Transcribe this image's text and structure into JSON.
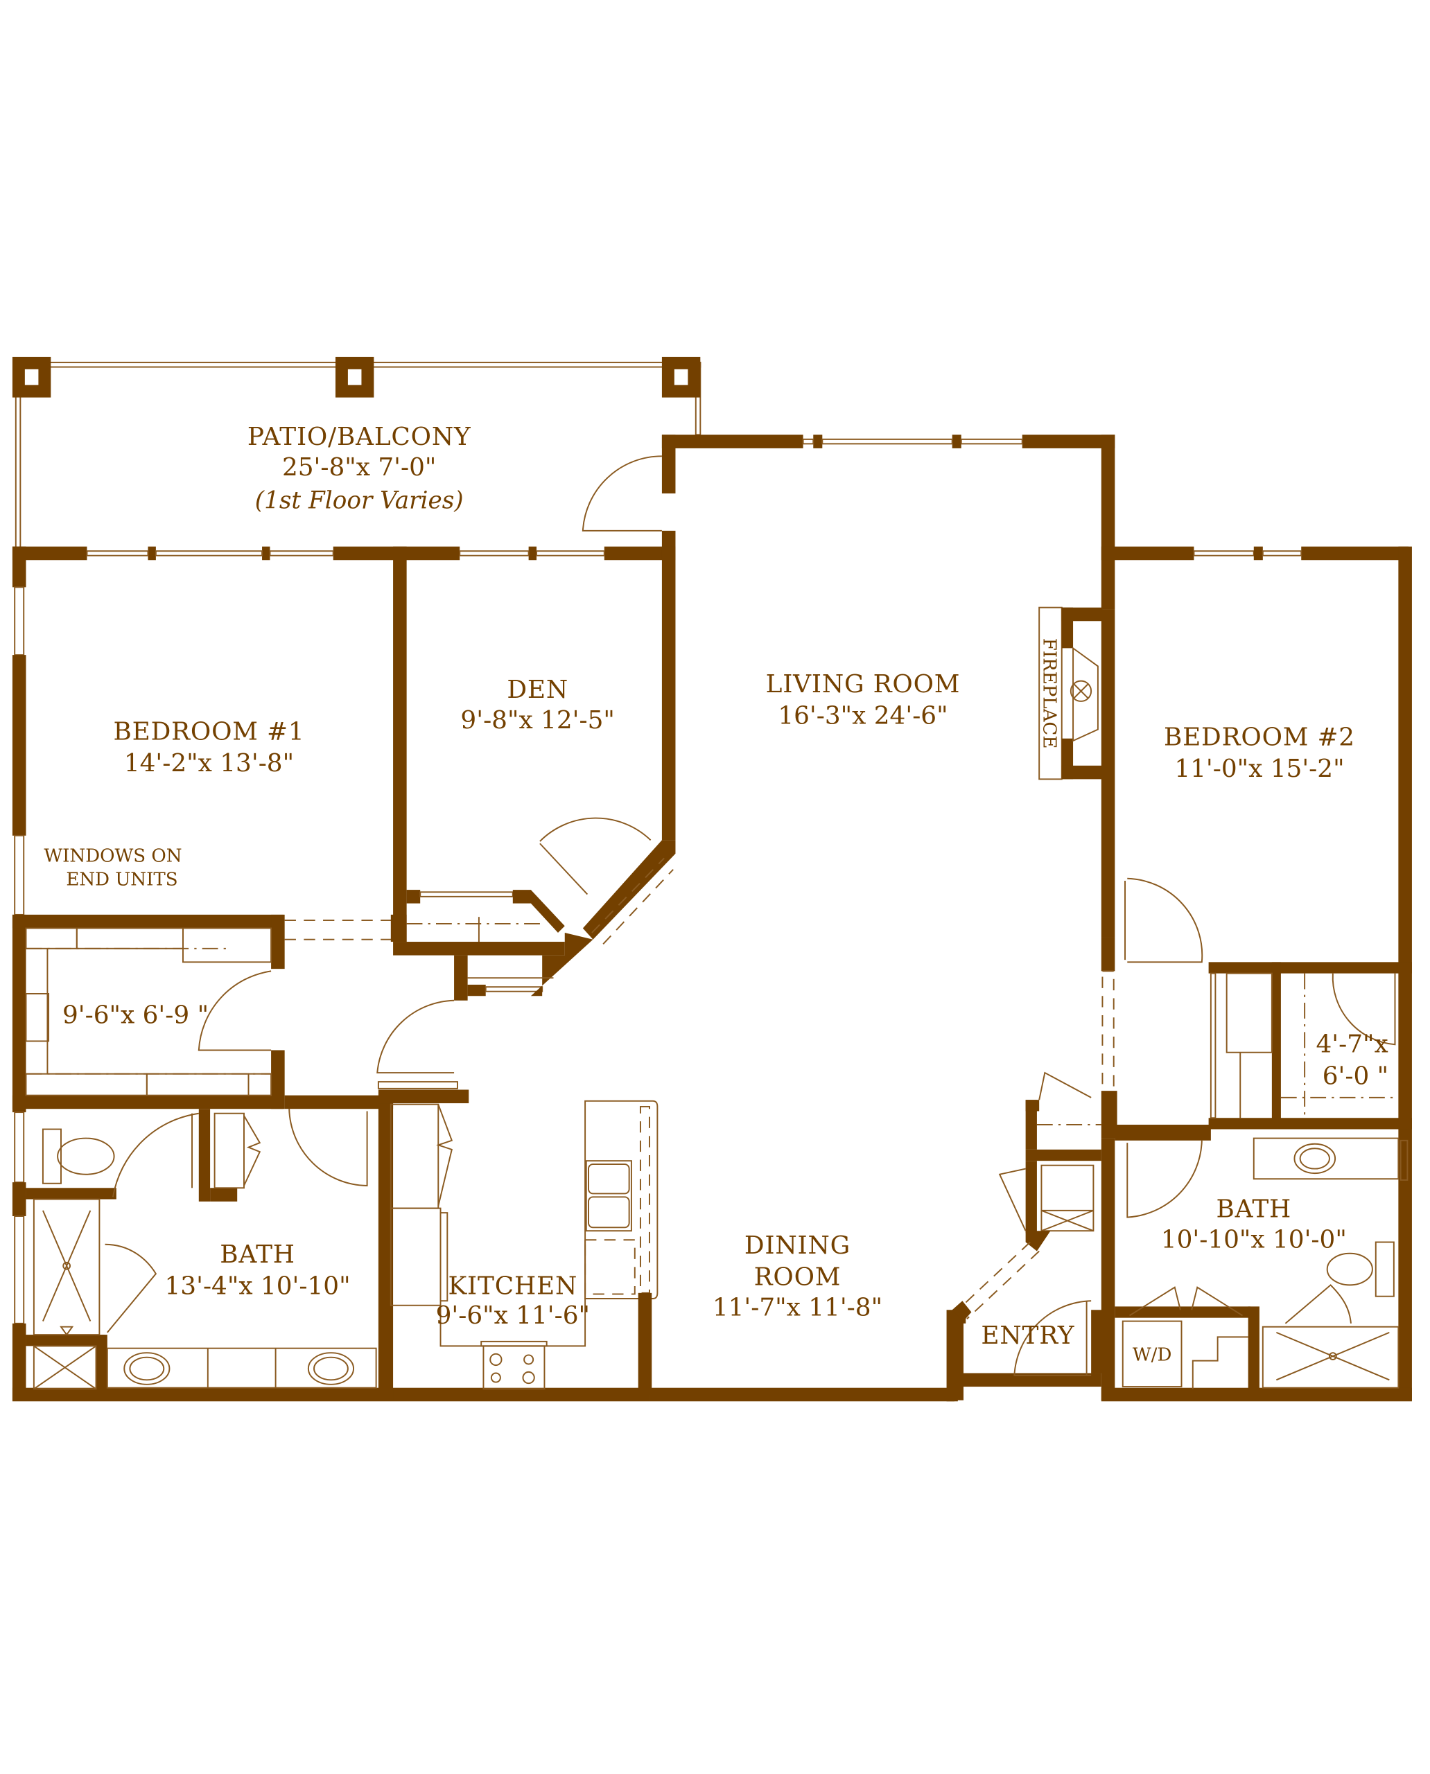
{
  "colors": {
    "wall": "#734000",
    "line": "#8a5a20",
    "background": "#ffffff"
  },
  "rooms": {
    "patio": {
      "name": "PATIO/BALCONY",
      "dims": "25'-8\"x 7'-0\"",
      "note": "(1st Floor Varies)"
    },
    "bedroom1": {
      "name": "BEDROOM #1",
      "dims": "14'-2\"x 13'-8\""
    },
    "windows_note": {
      "line1": "WINDOWS ON",
      "line2": "END UNITS"
    },
    "den": {
      "name": "DEN",
      "dims": "9'-8\"x 12'-5\""
    },
    "living": {
      "name": "LIVING ROOM",
      "dims": "16'-3\"x 24'-6\""
    },
    "fireplace": {
      "name": "FIREPLACE"
    },
    "bedroom2": {
      "name": "BEDROOM #2",
      "dims": "11'-0\"x 15'-2\""
    },
    "closet1": {
      "dims": "9'-6\"x 6'-9 \""
    },
    "closet2": {
      "dims1": "4'-7\"x",
      "dims2": "6'-0 \""
    },
    "bath1": {
      "name": "BATH",
      "dims": "13'-4\"x 10'-10\""
    },
    "kitchen": {
      "name": "KITCHEN",
      "dims": "9'-6\"x 11'-6\""
    },
    "dining": {
      "name1": "DINING",
      "name2": "ROOM",
      "dims": "11'-7\"x 11'-8\""
    },
    "entry": {
      "name": "ENTRY"
    },
    "bath2": {
      "name": "BATH",
      "dims": "10'-10\"x 10'-0\""
    },
    "laundry": {
      "name": "W/D"
    }
  }
}
